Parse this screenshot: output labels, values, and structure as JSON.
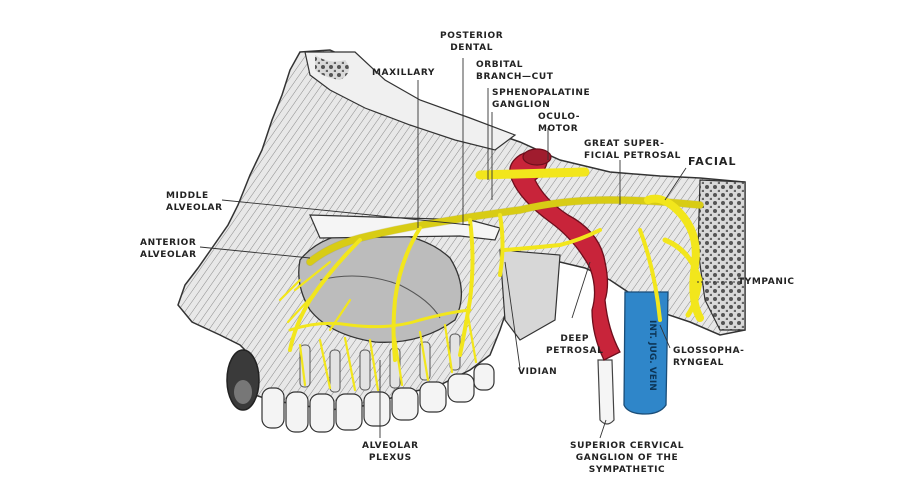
{
  "figure": {
    "background": "#ffffff",
    "colors": {
      "nerve": "#f2e61c",
      "artery": "#c8243a",
      "vein": "#2f86c9",
      "bone": "#e6e6e6",
      "ink": "#222222"
    }
  },
  "labels": {
    "posterior_dental": [
      "POSTERIOR",
      "DENTAL"
    ],
    "maxillary": [
      "MAXILLARY"
    ],
    "orbital_branch": [
      "ORBITAL",
      "BRANCH—CUT"
    ],
    "sphenopalatine": [
      "SPHENOPALATINE",
      "GANGLION"
    ],
    "oculomotor": [
      "OCULO-",
      "MOTOR"
    ],
    "great_superficial_petrosal": [
      "GREAT SUPER-",
      "FICIAL PETROSAL"
    ],
    "facial": [
      "FACIAL"
    ],
    "middle_alveolar": [
      "MIDDLE",
      "ALVEOLAR"
    ],
    "anterior_alveolar": [
      "ANTERIOR",
      "ALVEOLAR"
    ],
    "tympanic": [
      "TYMPANIC"
    ],
    "deep_petrosal": [
      "DEEP",
      "PETROSAL"
    ],
    "glossopharyngeal": [
      "GLOSSOPHA-",
      "RYNGEAL"
    ],
    "vidian": [
      "VIDIAN"
    ],
    "alveolar_plexus": [
      "ALVEOLAR",
      "PLEXUS"
    ],
    "superior_cervical": [
      "SUPERIOR CERVICAL",
      "GANGLION OF THE",
      "SYMPATHETIC"
    ],
    "vein_text": "INT. JUG. VEIN"
  }
}
